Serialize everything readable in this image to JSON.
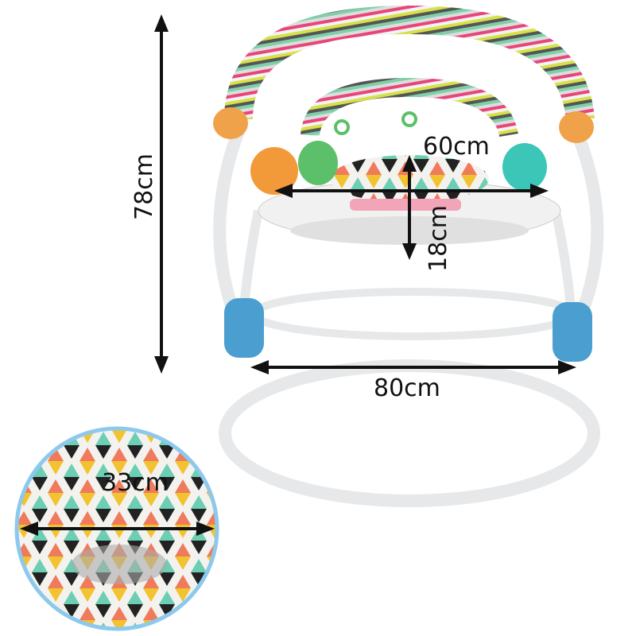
{
  "dimensions": {
    "height": "78cm",
    "tray_width": "60cm",
    "tray_depth": "18cm",
    "base_width": "80cm",
    "seat_diameter": "33cm"
  },
  "colors": {
    "frame": "#e9ecef",
    "blue_joint": "#4a9fd0",
    "arrow": "#111111",
    "inset_border": "#8cc9ec",
    "toy_orange": "#f29a3a",
    "toy_green": "#5cc06a",
    "toy_teal": "#3cc6b8"
  }
}
